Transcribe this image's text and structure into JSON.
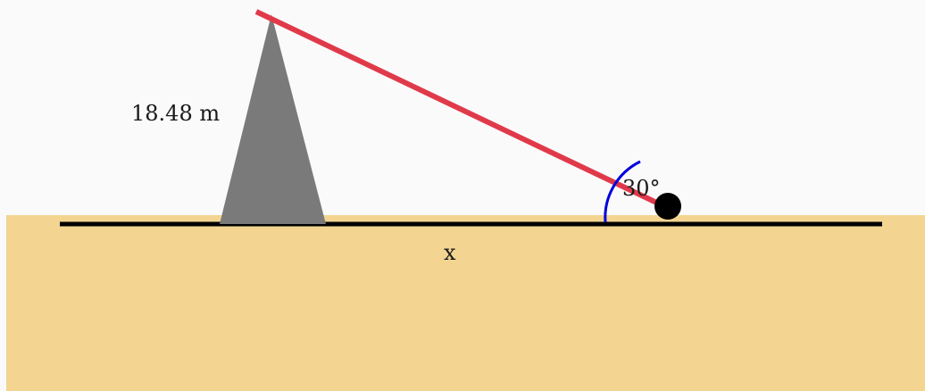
{
  "diagram": {
    "height_label": "18.48 m",
    "base_label": "x",
    "angle_label": "30°"
  },
  "colors": {
    "sky": "#fafafa",
    "ground": "#f3d591",
    "ground_line": "#000000",
    "tower": "#7a7a7a",
    "sight_line": "#e03a4a",
    "angle_arc": "#0000dd",
    "observer": "#000000"
  }
}
